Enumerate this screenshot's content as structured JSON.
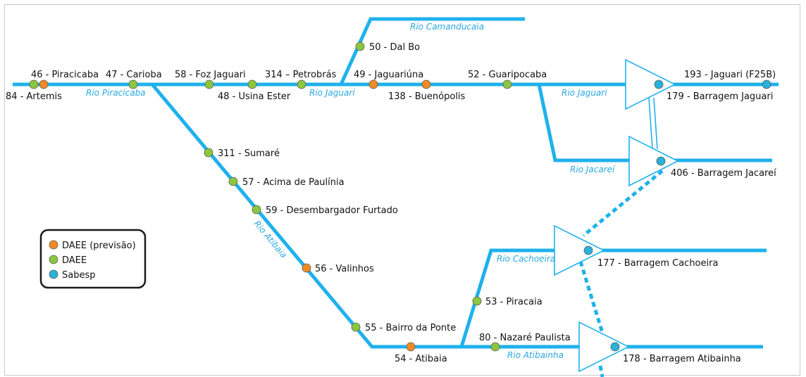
{
  "colors": {
    "river": "#1fb1ec",
    "daee_forecast": "#f08a24",
    "daee": "#8cc63f",
    "sabesp": "#2bb0d8",
    "river_label": "#2aa8e0"
  },
  "legend": {
    "items": [
      {
        "label": "DAEE (previsão)",
        "color_key": "daee_forecast"
      },
      {
        "label": "DAEE",
        "color_key": "daee"
      },
      {
        "label": "Sabesp",
        "color_key": "sabesp"
      }
    ]
  },
  "stations": {
    "s84": {
      "label": "84 - Artemis",
      "type": "daee"
    },
    "s46": {
      "label": "46 - Piracicaba",
      "type": "daee_forecast"
    },
    "s47": {
      "label": "47 - Carioba",
      "type": "daee"
    },
    "s58": {
      "label": "58 - Foz Jaguari",
      "type": "daee"
    },
    "s48": {
      "label": "48 - Usina Ester",
      "type": "daee"
    },
    "s314": {
      "label": "314 – Petrobrás",
      "type": "daee"
    },
    "s50": {
      "label": "50 - Dal Bo",
      "type": "daee"
    },
    "s49": {
      "label": "49 - Jaguariúna",
      "type": "daee_forecast"
    },
    "s138": {
      "label": "138 - Buenópolis",
      "type": "daee_forecast"
    },
    "s52": {
      "label": "52 - Guaripocaba",
      "type": "daee"
    },
    "s193": {
      "label": "193 - Jaguari (F25B)",
      "type": "sabesp"
    },
    "s179": {
      "label": "179 - Barragem Jaguari",
      "type": "sabesp"
    },
    "s406": {
      "label": "406 - Barragem Jacareí",
      "type": "sabesp"
    },
    "s311": {
      "label": "311 - Sumaré",
      "type": "daee"
    },
    "s57": {
      "label": "57 - Acima de Paulínia",
      "type": "daee"
    },
    "s59": {
      "label": "59 - Desembargador Furtado",
      "type": "daee"
    },
    "s56": {
      "label": "56 - Valinhos",
      "type": "daee_forecast"
    },
    "s55": {
      "label": "55 - Bairro da Ponte",
      "type": "daee"
    },
    "s54": {
      "label": "54 - Atibaia",
      "type": "daee_forecast"
    },
    "s53": {
      "label": "53 - Piracaia",
      "type": "daee"
    },
    "s80": {
      "label": "80 - Nazaré Paulista",
      "type": "daee"
    },
    "s177": {
      "label": "177 - Barragem Cachoeira",
      "type": "sabesp"
    },
    "s178": {
      "label": "178 - Barragem Atibainha",
      "type": "sabesp"
    }
  },
  "rivers": {
    "piracicaba": "Rio Piracicaba",
    "jaguari_1": "Rio Jaguari",
    "camanducaia": "Rio Camanducaia",
    "jaguari_2": "Rio Jaguari",
    "jacarei": "Rio Jacareí",
    "atibaia": "Rio Atibaia",
    "cachoeira": "Rio Cachoeira",
    "atibainha": "Rio Atibainha"
  }
}
